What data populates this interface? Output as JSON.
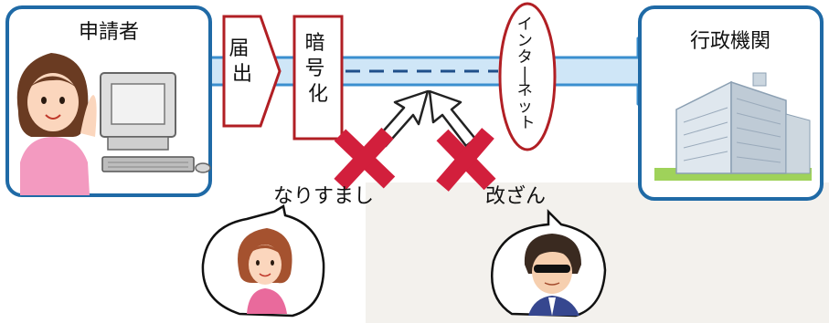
{
  "applicant": {
    "label": "申請者"
  },
  "agency": {
    "label": "行政機関"
  },
  "steps": {
    "notification": "届出",
    "encryption": "暗号化",
    "internet": "インターネット"
  },
  "threats": {
    "spoofing": "なりすまし",
    "tampering": "改ざん"
  },
  "colors": {
    "frame_blue": "#1f6aa6",
    "step_red": "#b11f24",
    "cross_red": "#d21f3c",
    "arrow_fill": "#cfe6f7",
    "arrow_stroke": "#3a8fcf",
    "background_watermark": "#e9e6e1"
  },
  "icons": [
    "computer-icon",
    "office-building-icon",
    "cross-mark-icon",
    "arrow-outline-icon"
  ]
}
